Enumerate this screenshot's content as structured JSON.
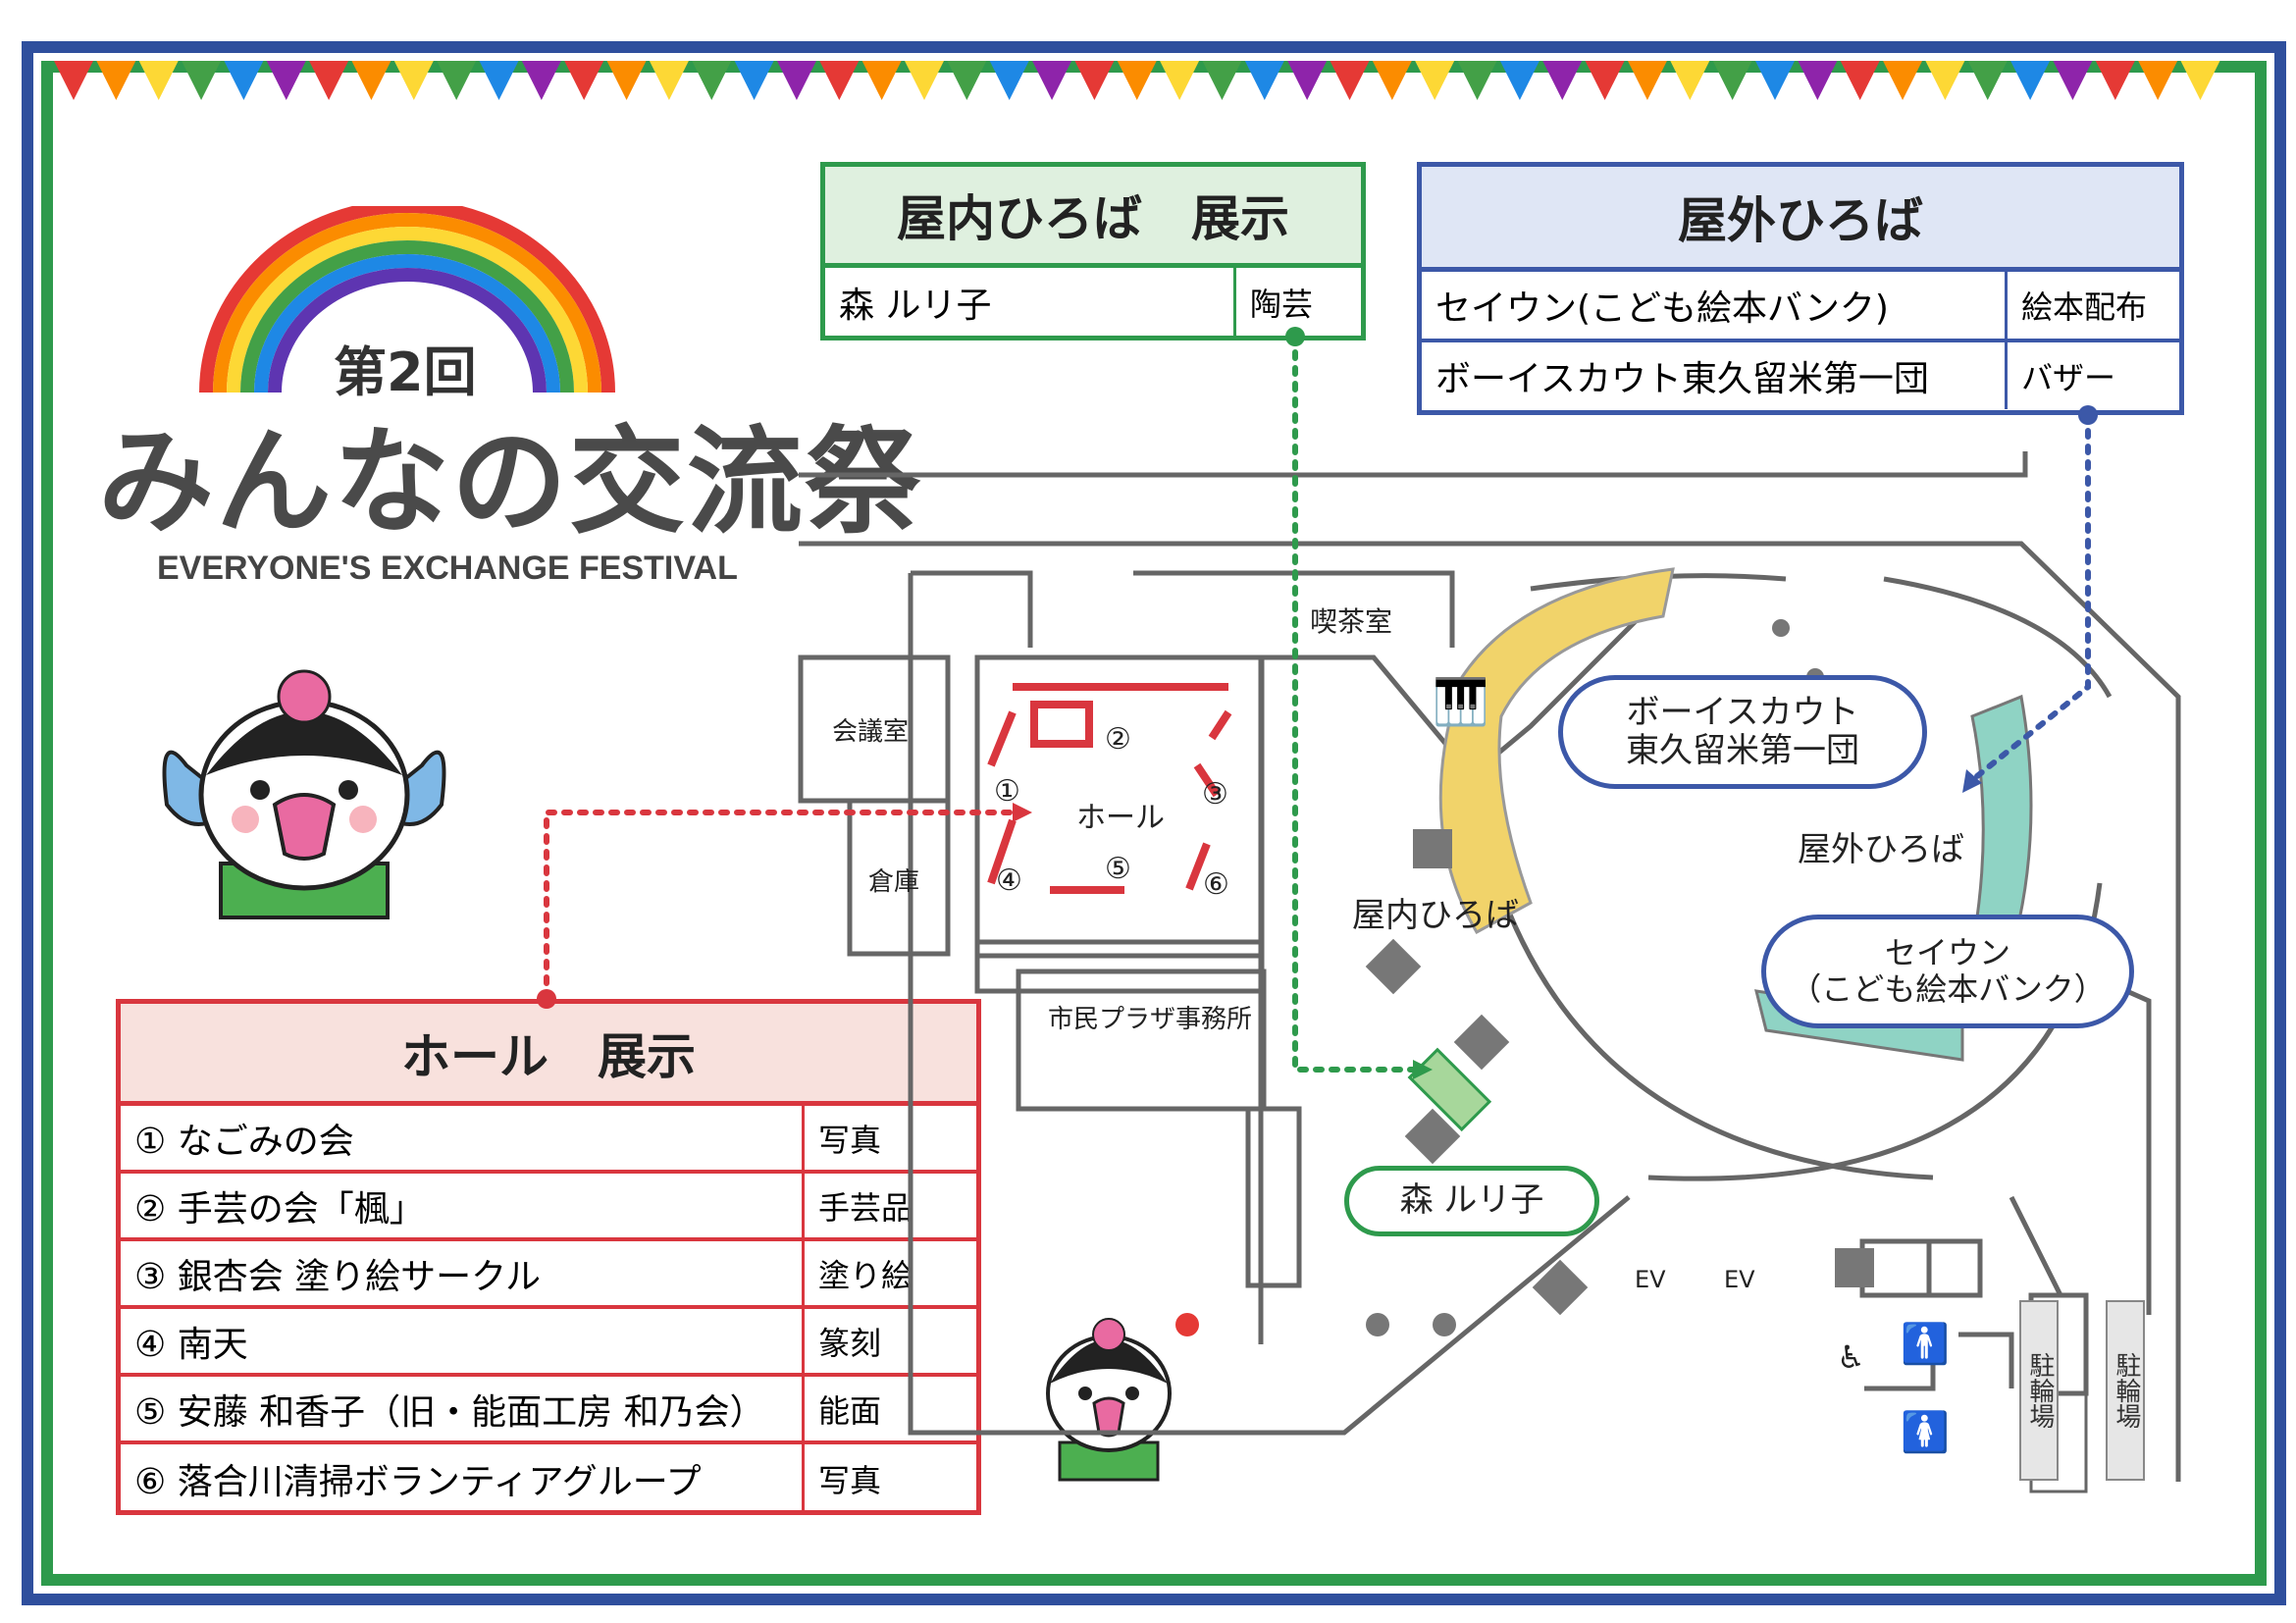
{
  "logo": {
    "edition": "第2回",
    "title": "みんなの交流祭",
    "subtitle": "EVERYONE'S EXCHANGE FESTIVAL"
  },
  "indoor_table": {
    "title": "屋内ひろば　展示",
    "rows": [
      {
        "name": "森 ルリ子",
        "category": "陶芸"
      }
    ]
  },
  "outdoor_table": {
    "title": "屋外ひろば",
    "rows": [
      {
        "name": "セイウン(こども絵本バンク)",
        "category": "絵本配布"
      },
      {
        "name": "ボーイスカウト東久留米第一団",
        "category": "バザー"
      }
    ]
  },
  "hall_table": {
    "title": "ホール　展示",
    "rows": [
      {
        "name": "① なごみの会",
        "category": "写真"
      },
      {
        "name": "② 手芸の会「楓」",
        "category": "手芸品"
      },
      {
        "name": "③ 銀杏会 塗り絵サークル",
        "category": "塗り絵"
      },
      {
        "name": "④ 南天",
        "category": "篆刻"
      },
      {
        "name": "⑤ 安藤 和香子（旧・能面工房 和乃会）",
        "category": "能面"
      },
      {
        "name": "⑥ 落合川清掃ボランティアグループ",
        "category": "写真"
      }
    ]
  },
  "map": {
    "rooms": {
      "kaigishitsu": "会議室",
      "souko": "倉庫",
      "hall": "ホール",
      "kissa": "喫茶室",
      "indoor": "屋内ひろば",
      "outdoor": "屋外ひろば",
      "office": "市民プラザ事務所",
      "ev1": "EV",
      "ev2": "EV",
      "bike": "駐輪場"
    },
    "hall_numbers": [
      "①",
      "②",
      "③",
      "④",
      "⑤",
      "⑥"
    ],
    "callouts": {
      "scout_line1": "ボーイスカウト",
      "scout_line2": "東久留米第一団",
      "seiun_line1": "セイウン",
      "seiun_line2": "（こども絵本バンク）",
      "mori": "森 ルリ子"
    }
  },
  "colors": {
    "frame_blue": "#2f4f9d",
    "frame_green": "#2e9a4c",
    "indoor_green": "#2e9a4c",
    "outdoor_blue": "#3c58a8",
    "hall_red": "#d9363e",
    "area_yellow": "#f1d36a",
    "area_teal": "#8fd3c4"
  }
}
